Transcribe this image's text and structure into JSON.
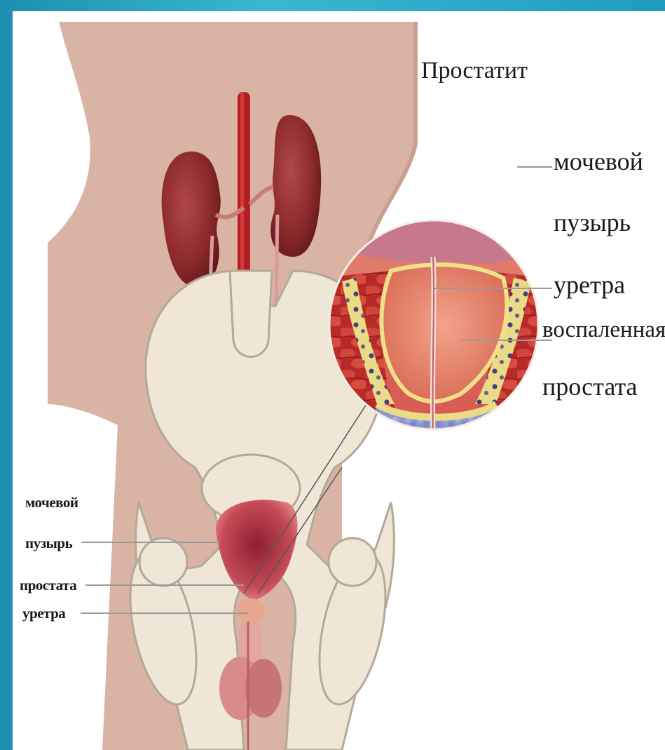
{
  "title": "Простатит",
  "zoom_labels": {
    "bladder_line1": "мочевой",
    "bladder_line2": "пузырь",
    "urethra": "уретра",
    "inflamed_line1": "воспаленная",
    "inflamed_line2": "простата"
  },
  "body_labels": {
    "bladder_line1": "мочевой",
    "bladder_line2": "пузырь",
    "prostate": "простата",
    "urethra": "уретра"
  },
  "colors": {
    "frame": "#2aa9c8",
    "skin": "#d9b3a4",
    "bone": "#efe6d6",
    "kidney": "#8e2a2c",
    "prostate": "#e58a6f",
    "muscle": "#c8342f",
    "fat": "#eadb86"
  }
}
